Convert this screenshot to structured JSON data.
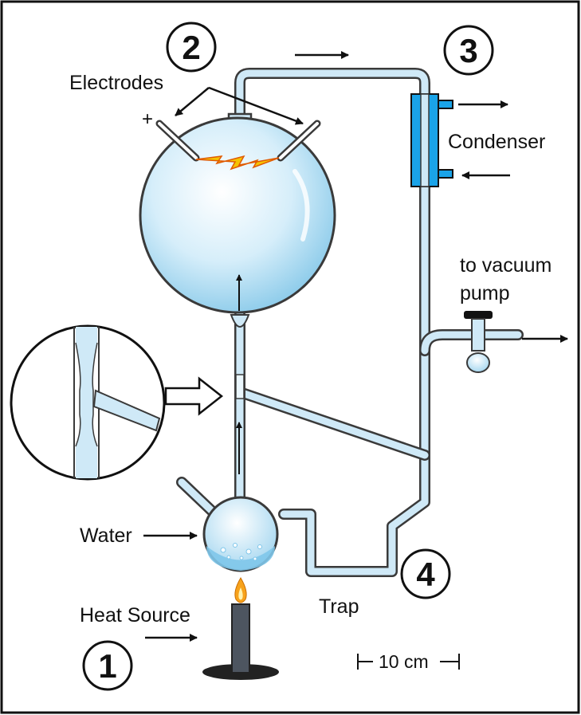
{
  "labels": {
    "electrodes": "Electrodes",
    "plus": "+",
    "condenser": "Condenser",
    "vacuum_line1": "to vacuum",
    "vacuum_line2": "pump",
    "water": "Water",
    "heat_source": "Heat Source",
    "trap": "Trap",
    "scale": "10 cm"
  },
  "steps": [
    "1",
    "2",
    "3",
    "4"
  ],
  "colors": {
    "glass": "#cfe9f7",
    "glass_outline": "#3a3a3a",
    "water": "#7fc6ea",
    "condenser": "#1aa3e8",
    "spark": "#f5c400",
    "flame": "#f7a21b",
    "candle": "#4d5560"
  }
}
